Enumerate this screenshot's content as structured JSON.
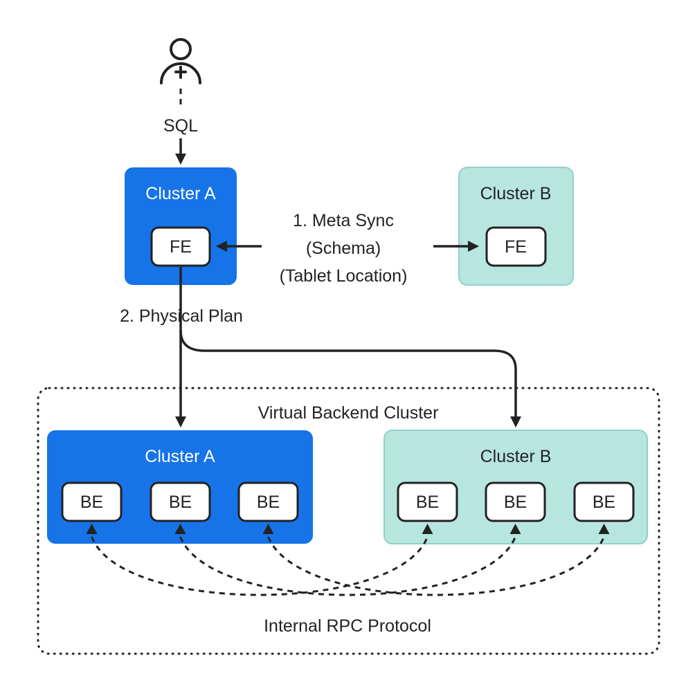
{
  "diagram": {
    "sql_label": "SQL",
    "meta_sync": {
      "line1": "1. Meta Sync",
      "line2": "(Schema)",
      "line3": "(Tablet Location)"
    },
    "physical_plan_label": "2. Physical Plan",
    "frontend": {
      "cluster_a": {
        "label": "Cluster A",
        "fe_label": "FE"
      },
      "cluster_b": {
        "label": "Cluster B",
        "fe_label": "FE"
      }
    },
    "virtual_cluster": {
      "title": "Virtual Backend Cluster",
      "rpc_label": "Internal RPC Protocol",
      "cluster_a": {
        "label": "Cluster A",
        "be_labels": [
          "BE",
          "BE",
          "BE"
        ]
      },
      "cluster_b": {
        "label": "Cluster B",
        "be_labels": [
          "BE",
          "BE",
          "BE"
        ]
      }
    },
    "colors": {
      "cluster_a_fill": "#1673e8",
      "cluster_b_fill": "#b7e6df",
      "cluster_b_border": "#8fd2c9",
      "line_color": "#222222",
      "node_fill": "#ffffff",
      "background": "#ffffff"
    }
  }
}
